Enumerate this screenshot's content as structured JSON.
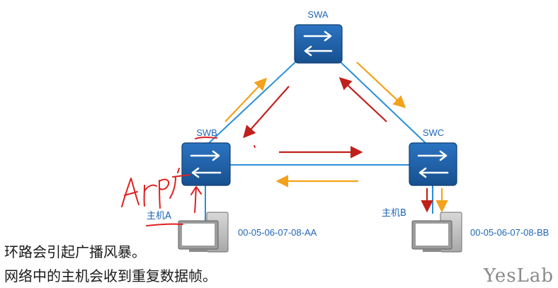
{
  "switches": {
    "swa": {
      "label": "SWA"
    },
    "swb": {
      "label": "SWB"
    },
    "swc": {
      "label": "SWC"
    }
  },
  "hosts": {
    "host_a": {
      "label": "主机A",
      "mac": "00-05-06-07-08-AA"
    },
    "host_b": {
      "label": "主机B",
      "mac": "00-05-06-07-08-BB"
    }
  },
  "annotation": {
    "handwritten": "ARP广"
  },
  "captions": [
    "环路会引起广播风暴。",
    "网络中的主机会收到重复数据帧。"
  ],
  "watermark": "YesLab",
  "colors": {
    "switch_fill": "#1d5fa8",
    "link": "#2a8fd4",
    "arrow_orange": "#f2a21b",
    "arrow_red": "#c0201c",
    "label_blue": "#1f66b5",
    "pen_red": "#e02020"
  }
}
